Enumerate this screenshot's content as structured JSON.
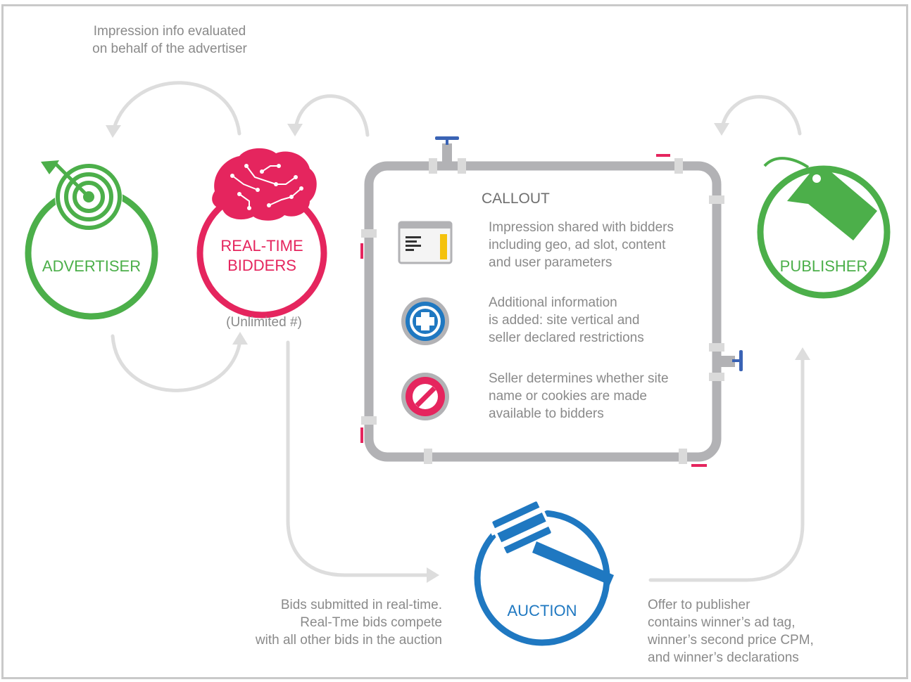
{
  "colors": {
    "advertiser": "#4caf4a",
    "bidders": "#e5255e",
    "auction": "#1f78c1",
    "publisher": "#4caf4a",
    "arrow": "#dddddd",
    "pipe": "#b2b2b5",
    "text": "#8a8a8a",
    "valve": "#3a63b5"
  },
  "notes": {
    "impression_info": "Impression info evaluated\non behalf of the advertiser",
    "unlimited": "(Unlimited #)",
    "bids_submitted": "Bids submitted in real-time.\nReal-Tme bids compete\nwith all other bids in the auction",
    "offer": "Offer to publisher\ncontains winner’s ad tag,\nwinner’s second price CPM,\nand winner’s declarations"
  },
  "nodes": {
    "advertiser": {
      "label": "ADVERTISER",
      "icon": "target-icon"
    },
    "bidders": {
      "label": "REAL-TIME\nBIDDERS",
      "icon": "brain-icon"
    },
    "publisher": {
      "label": "PUBLISHER",
      "icon": "price-tag-icon"
    },
    "auction": {
      "label": "AUCTION",
      "icon": "gavel-icon"
    }
  },
  "callout": {
    "title": "CALLOUT",
    "items": [
      {
        "icon": "browser-window-icon",
        "text": "Impression shared with bidders\nincluding geo, ad slot, content\nand user parameters"
      },
      {
        "icon": "plus-icon",
        "text": "Additional information\nis added: site vertical and\nseller declared restrictions"
      },
      {
        "icon": "no-entry-icon",
        "text": "Seller determines whether site\nname or cookies are made\navailable to bidders"
      }
    ]
  }
}
